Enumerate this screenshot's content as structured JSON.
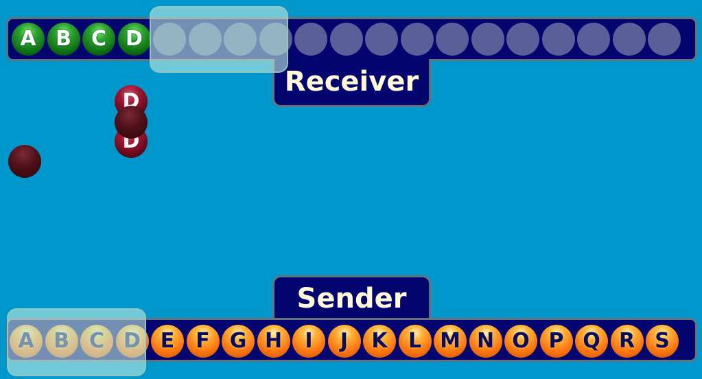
{
  "receiver": {
    "label": "Receiver",
    "received": [
      "A",
      "B",
      "C",
      "D"
    ],
    "empty_slots": 15
  },
  "sender": {
    "label": "Sender",
    "packets": [
      "A",
      "B",
      "C",
      "D",
      "E",
      "F",
      "G",
      "H",
      "I",
      "J",
      "K",
      "L",
      "M",
      "N",
      "O",
      "P",
      "Q",
      "R",
      "S"
    ]
  },
  "in_flight": {
    "ack_label": "D",
    "packet_label": "D"
  },
  "colors": {
    "background": "#0098cc",
    "bar": "#04056e",
    "bar_border": "#67717d",
    "label_text": "#fff9d8",
    "received_ball": "#1a8a1f",
    "empty_slot": "#5b5f99",
    "sender_ball": "#ff8a1c",
    "in_flight_ball": "#9a1430"
  }
}
